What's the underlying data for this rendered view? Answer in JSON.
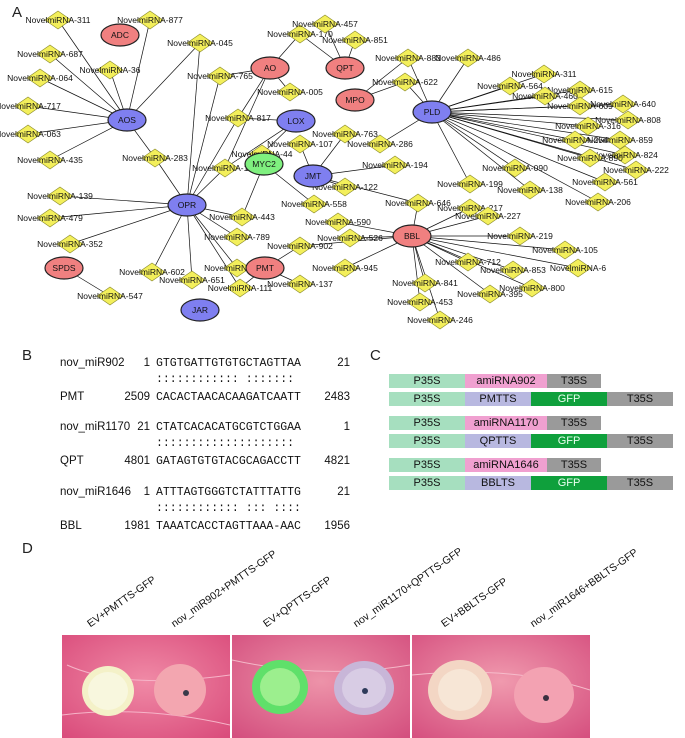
{
  "panels": {
    "a": "A",
    "b": "B",
    "c": "C",
    "d": "D"
  },
  "colors": {
    "mirna_node": "#f3ef5b",
    "red_hub": "#f08080",
    "blue_hub": "#7f7ff0",
    "green_hub": "#7ff07f",
    "edge": "#111111",
    "p35s": "#a6dfbf",
    "amirna": "#f0a0d0",
    "ts": "#b8b8e0",
    "gfp": "#0fa03c",
    "t35s": "#9a9a9a"
  },
  "network": {
    "hubs": {
      "ADC": {
        "label": "ADC",
        "type": "red"
      },
      "AO": {
        "label": "AO",
        "type": "red"
      },
      "QPT": {
        "label": "QPT",
        "type": "red"
      },
      "MPO": {
        "label": "MPO",
        "type": "red"
      },
      "PLD": {
        "label": "PLD",
        "type": "blue"
      },
      "AOS": {
        "label": "AOS",
        "type": "blue"
      },
      "LOX": {
        "label": "LOX",
        "type": "blue"
      },
      "JMT": {
        "label": "JMT",
        "type": "blue"
      },
      "MYC2": {
        "label": "MYC2",
        "type": "green"
      },
      "OPR": {
        "label": "OPR",
        "type": "blue"
      },
      "BBL": {
        "label": "BBL",
        "type": "red"
      },
      "SPDS": {
        "label": "SPDS",
        "type": "red"
      },
      "PMT": {
        "label": "PMT",
        "type": "red"
      },
      "JAR": {
        "label": "JAR",
        "type": "blue"
      }
    },
    "mirnas": [
      "NovelmiRNA-311",
      "NovelmiRNA-877",
      "NovelmiRNA-687",
      "NovelmiRNA-36",
      "NovelmiRNA-064",
      "NovelmiRNA-717",
      "NovelmiRNA-063",
      "NovelmiRNA-435",
      "NovelmiRNA-139",
      "NovelmiRNA-479",
      "NovelmiRNA-352",
      "NovelmiRNA-045",
      "NovelmiRNA-170",
      "NovelmiRNA-457",
      "NovelmiRNA-851",
      "NovelmiRNA-765",
      "NovelmiRNA-005",
      "NovelmiRNA-883",
      "NovelmiRNA-622",
      "NovelmiRNA-486",
      "NovelmiRNA-817",
      "NovelmiRNA-283",
      "NovelmiRNA-171",
      "NovelmiRNA-44",
      "NovelmiRNA-107",
      "NovelmiRNA-763",
      "NovelmiRNA-286",
      "NovelmiRNA-194",
      "NovelmiRNA-122",
      "NovelmiRNA-558",
      "NovelmiRNA-443",
      "NovelmiRNA-789",
      "NovelmiRNA-646",
      "NovelmiRNA-590",
      "NovelmiRNA-526",
      "NovelmiRNA-902",
      "NovelmiRNA-945",
      "NovelmiRNA-137",
      "NovelmiRNA-111",
      "NovelmiRNA-613",
      "NovelmiRNA-602",
      "NovelmiRNA-651",
      "NovelmiRNA-547",
      "NovelmiRNA-311b",
      "NovelmiRNA-564",
      "NovelmiRNA-615",
      "NovelmiRNA-460",
      "NovelmiRNA-609",
      "NovelmiRNA-640",
      "NovelmiRNA-808",
      "NovelmiRNA-316",
      "NovelmiRNA-859",
      "NovelmiRNA-254",
      "NovelmiRNA-824",
      "NovelmiRNA-890",
      "NovelmiRNA-222",
      "NovelmiRNA-561",
      "NovelmiRNA-090",
      "NovelmiRNA-199",
      "NovelmiRNA-138",
      "NovelmiRNA-206",
      "NovelmiRNA-217",
      "NovelmiRNA-227",
      "NovelmiRNA-219",
      "NovelmiRNA-105",
      "NovelmiRNA-6",
      "NovelmiRNA-800",
      "NovelmiRNA-853",
      "NovelmiRNA-841",
      "NovelmiRNA-453",
      "NovelmiRNA-246",
      "NovelmiRNA-395",
      "NovelmiRNA-712"
    ]
  },
  "alignments": [
    {
      "name": "nov_miR902",
      "start": "1",
      "seq": "GTGTGATTGTGTGCTAGTTAA",
      "end": "21",
      "match": ":::::::::::: :::::::"
    },
    {
      "name": "PMT",
      "start": "2509",
      "seq": "CACACTAACACAAGATCAATT",
      "end": "2483"
    },
    {
      "name": "nov_miR1170",
      "start": "21",
      "seq": "CTATCACACATGCGTCTGGAA",
      "end": "1",
      "match": "::::::::::::::::::::"
    },
    {
      "name": "QPT",
      "start": "4801",
      "seq": "GATAGTGTGTACGCAGACCTT",
      "end": "4821"
    },
    {
      "name": "nov_miR1646",
      "start": "1",
      "seq": "ATTTAGTGGGTCTATTTATTG",
      "end": "21",
      "match": ":::::::::::: ::: ::::"
    },
    {
      "name": "BBL",
      "start": "1981",
      "seq": "TAAATCACCTAGTTAAA-AAC",
      "end": "1956"
    }
  ],
  "constructs": [
    [
      {
        "label": "P35S",
        "kind": "p35s"
      },
      {
        "label": "amiRNA902",
        "kind": "amirna"
      },
      {
        "label": "T35S",
        "kind": "t35s"
      }
    ],
    [
      {
        "label": "P35S",
        "kind": "p35s"
      },
      {
        "label": "PMTTS",
        "kind": "ts"
      },
      {
        "label": "GFP",
        "kind": "gfp"
      },
      {
        "label": "T35S",
        "kind": "t35s"
      }
    ],
    [
      {
        "label": "P35S",
        "kind": "p35s"
      },
      {
        "label": "amiRNA1170",
        "kind": "amirna"
      },
      {
        "label": "T35S",
        "kind": "t35s"
      }
    ],
    [
      {
        "label": "P35S",
        "kind": "p35s"
      },
      {
        "label": "QPTTS",
        "kind": "ts"
      },
      {
        "label": "GFP",
        "kind": "gfp"
      },
      {
        "label": "T35S",
        "kind": "t35s"
      }
    ],
    [
      {
        "label": "P35S",
        "kind": "p35s"
      },
      {
        "label": "amiRNA1646",
        "kind": "amirna"
      },
      {
        "label": "T35S",
        "kind": "t35s"
      }
    ],
    [
      {
        "label": "P35S",
        "kind": "p35s"
      },
      {
        "label": "BBLTS",
        "kind": "ts"
      },
      {
        "label": "GFP",
        "kind": "gfp"
      },
      {
        "label": "T35S",
        "kind": "t35s"
      }
    ]
  ],
  "infiltrations": [
    "EV+PMTTS-GFP",
    "nov_miR902+PMTTS-GFP",
    "EV+QPTTS-GFP",
    "nov_miR1170+QPTTS-GFP",
    "EV+BBLTS-GFP",
    "nov_miR1646+BBLTS-GFP"
  ]
}
